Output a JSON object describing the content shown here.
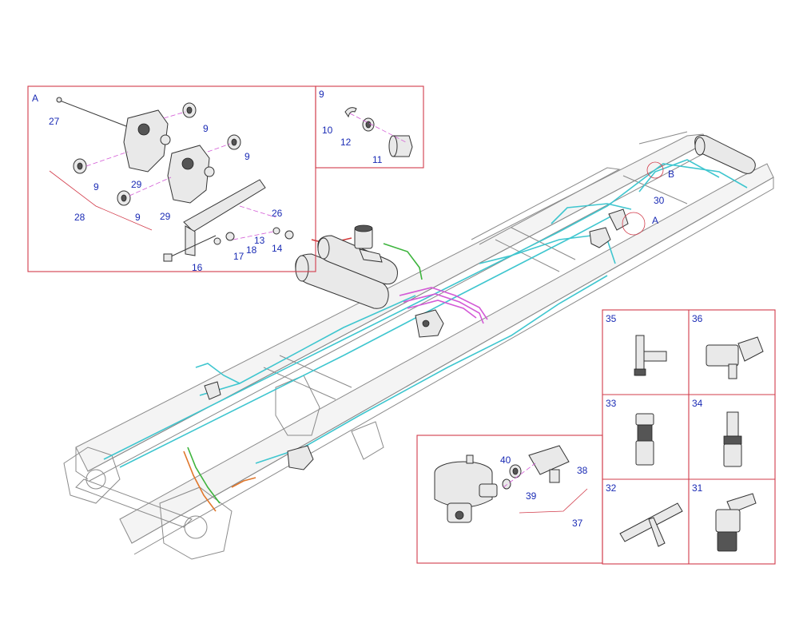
{
  "labels": {
    "inset_a": "A",
    "inset_9": "9",
    "p27": "27",
    "p9a": "9",
    "p9b": "9",
    "p9c": "9",
    "p9d": "9",
    "p29a": "29",
    "p29b": "29",
    "p28": "28",
    "p26": "26",
    "p13": "13",
    "p14": "14",
    "p17": "17",
    "p18": "18",
    "p16": "16",
    "p10": "10",
    "p12": "12",
    "p11": "11",
    "p30": "30",
    "callout_b": "B",
    "callout_a": "A",
    "p35": "35",
    "p36": "36",
    "p33": "33",
    "p34": "34",
    "p32": "32",
    "p31": "31",
    "p40": "40",
    "p38": "38",
    "p39": "39",
    "p37": "37"
  },
  "colors": {
    "frame": "#d23b4a",
    "label_text": "#1a2bb5",
    "air_line_cyan": "#3fc6cf",
    "air_line_magenta": "#d35ad6",
    "air_line_green": "#3db43d",
    "air_line_orange": "#e0762a",
    "air_line_red": "#d23b3b"
  }
}
